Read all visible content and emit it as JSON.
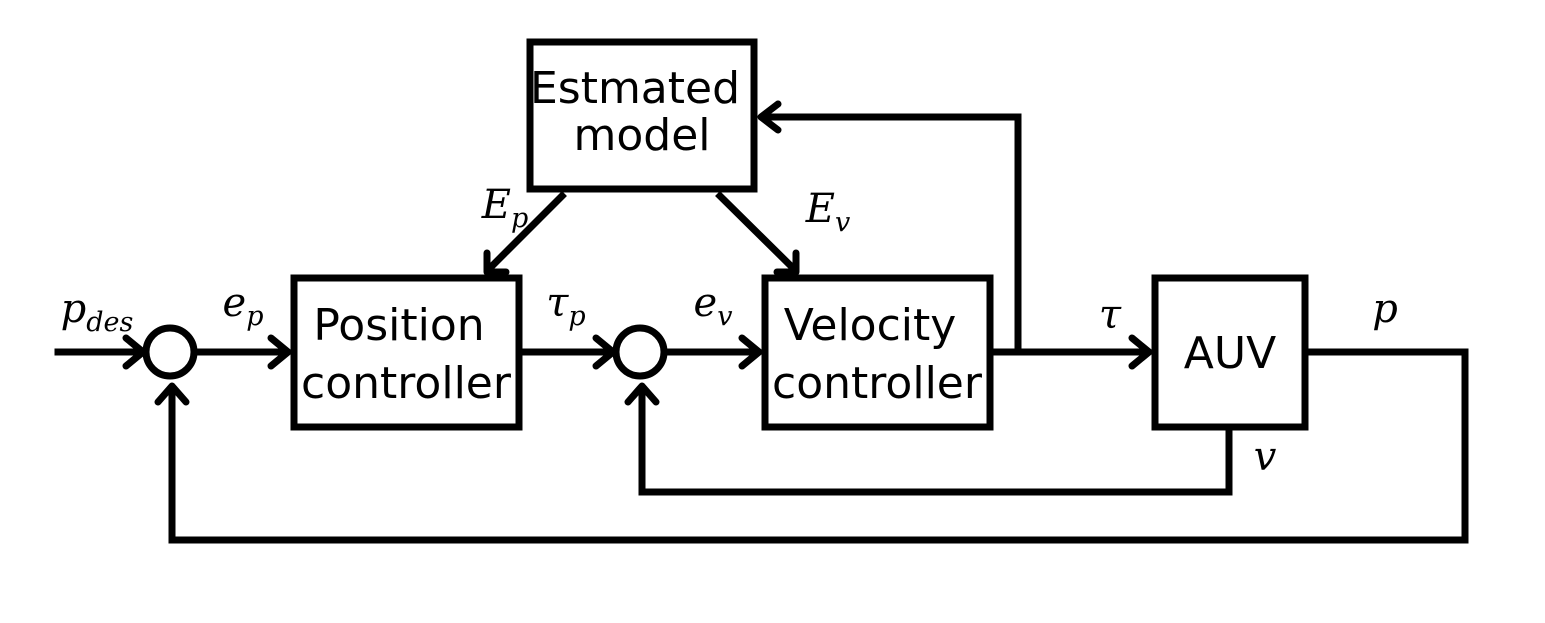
{
  "blocks": {
    "estimated_model": {
      "line1": "Estmated",
      "line2": "model"
    },
    "position_controller": {
      "line1": "Position",
      "line2": "controller"
    },
    "velocity_controller": {
      "line1": "Velocity",
      "line2": "controller"
    },
    "auv": {
      "label": "AUV"
    }
  },
  "signals": {
    "p_des": {
      "base": "p",
      "sub": "des"
    },
    "e_p": {
      "base": "e",
      "sub": "p"
    },
    "tau_p": {
      "base": "τ",
      "sub": "p"
    },
    "e_v": {
      "base": "e",
      "sub": "v"
    },
    "E_p": {
      "base": "E",
      "sub": "p"
    },
    "E_v": {
      "base": "E",
      "sub": "v"
    },
    "tau": {
      "base": "τ"
    },
    "p": {
      "base": "p"
    },
    "v": {
      "base": "v"
    }
  },
  "colors": {
    "stroke": "#000000",
    "background": "#ffffff"
  }
}
